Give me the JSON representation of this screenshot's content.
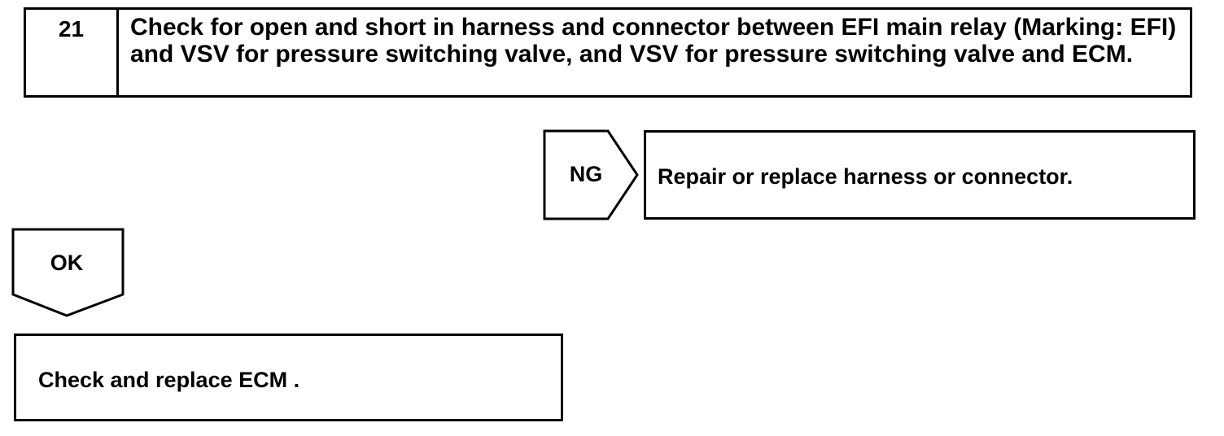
{
  "step": {
    "number": "21",
    "title": "Check for open and short in harness and connector between EFI main relay (Marking: EFI) and VSV for pressure switching valve, and VSV for pressure switching valve and ECM."
  },
  "branches": {
    "ng": {
      "label": "NG",
      "action": "Repair or replace harness or connector."
    },
    "ok": {
      "label": "OK",
      "action": "Check and replace ECM ."
    }
  }
}
